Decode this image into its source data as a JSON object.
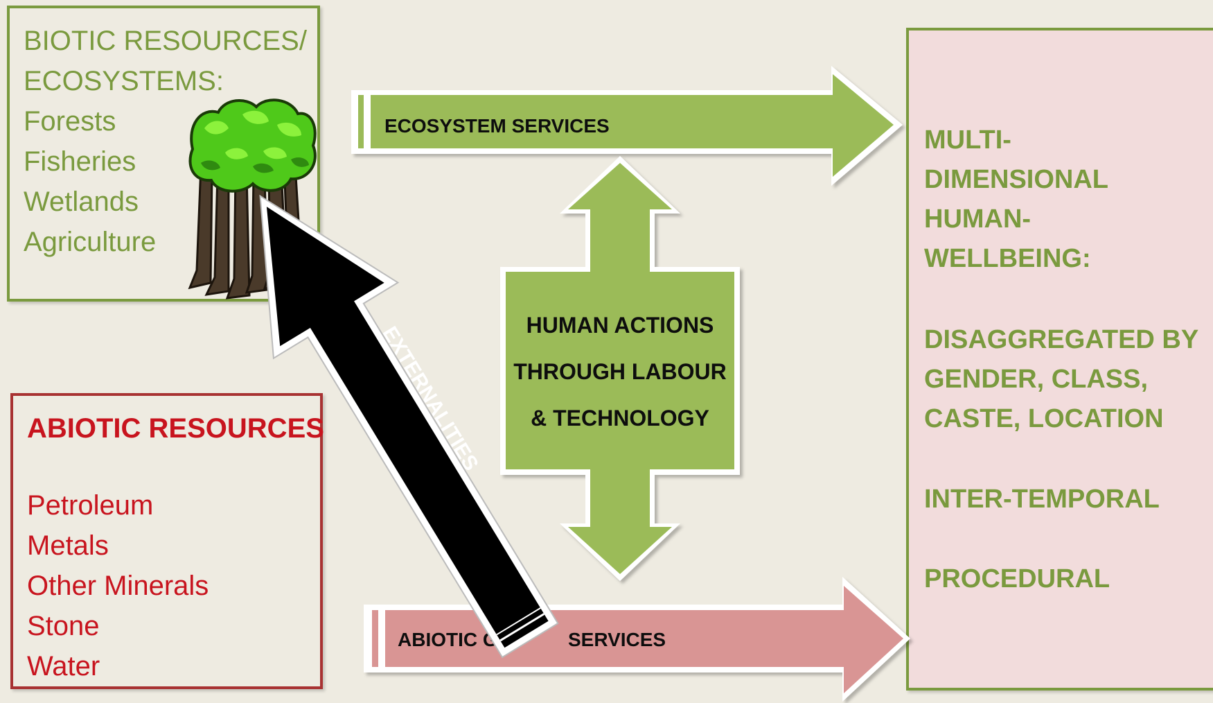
{
  "biotic": {
    "title_line1": "BIOTIC RESOURCES/",
    "title_line2": "ECOSYSTEMS:",
    "items": [
      "Forests",
      "Fisheries",
      "Wetlands",
      "Agriculture"
    ]
  },
  "abiotic": {
    "title": "ABIOTIC RESOURCES",
    "items": [
      "Petroleum",
      "Metals",
      "Other Minerals",
      "Stone",
      "Water"
    ]
  },
  "arrows": {
    "ecosystem_services": "ECOSYSTEM SERVICES",
    "abiotic_services_left": "ABIOTIC G",
    "abiotic_services_right": "SERVICES",
    "externalities": "EXTERNALITIES"
  },
  "human_actions": {
    "line1": "HUMAN ACTIONS",
    "line2": "THROUGH LABOUR",
    "line3": "& TECHNOLOGY"
  },
  "wellbeing": {
    "heading": [
      "MULTI-",
      "DIMENSIONAL",
      "HUMAN-",
      "WELLBEING:"
    ],
    "disaggregated": [
      "DISAGGREGATED BY",
      "GENDER, CLASS,",
      "CASTE, LOCATION"
    ],
    "intertemporal": "INTER-TEMPORAL",
    "procedural": "PROCEDURAL"
  },
  "colors": {
    "background": "#eeebe1",
    "green": "#9bbb59",
    "green_text": "#7a9a3e",
    "red_text": "#c8141e",
    "pink_arrow": "#d99594",
    "pink_box": "#f2dcdc",
    "black_arrow": "#000000"
  },
  "icons": {
    "tree": "tree-clipart-icon"
  }
}
